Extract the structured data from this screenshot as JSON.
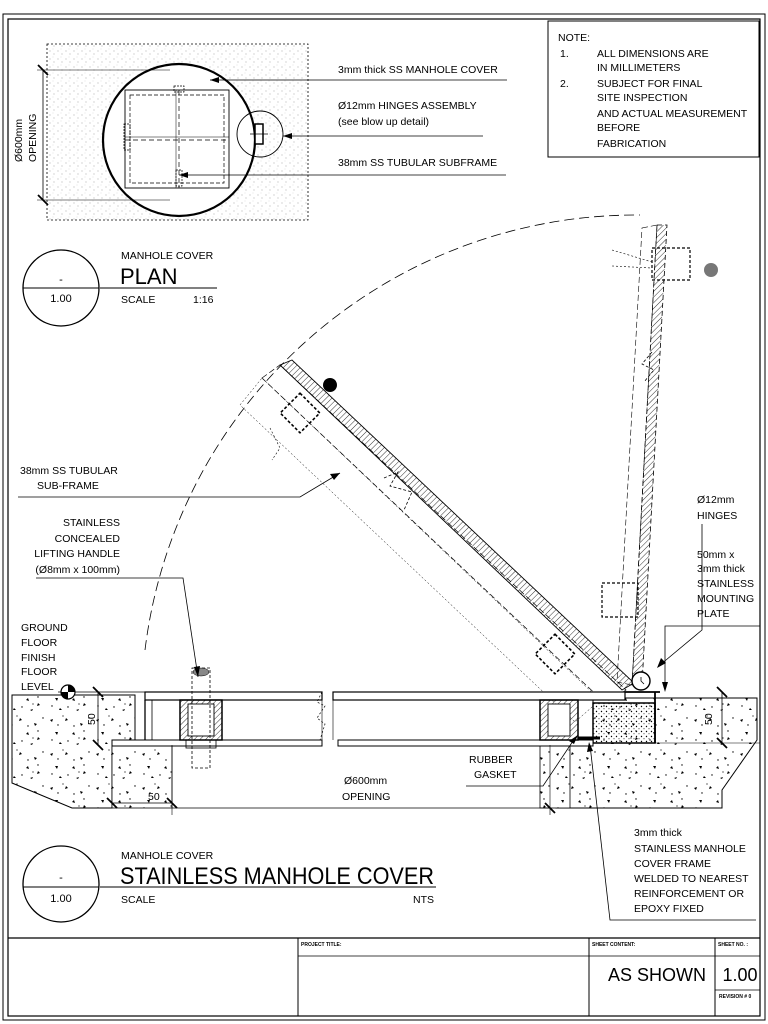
{
  "notes": {
    "heading": "NOTE:",
    "items": [
      {
        "num": "1.",
        "lines": [
          "ALL DIMENSIONS ARE",
          "IN MILLIMETERS"
        ]
      },
      {
        "num": "2.",
        "lines": [
          "SUBJECT FOR FINAL",
          "SITE INSPECTION",
          "AND ACTUAL MEASUREMENT",
          "BEFORE",
          "FABRICATION"
        ]
      }
    ]
  },
  "plan": {
    "callouts": [
      "3mm thick SS MANHOLE COVER",
      "Ø12mm HINGES ASSEMBLY",
      "(see blow up detail)",
      "38mm SS TUBULAR SUBFRAME"
    ],
    "opening_dim": [
      "Ø600mm",
      "OPENING"
    ],
    "tag": {
      "top": "-",
      "bottom": "1.00"
    },
    "subtitle": "MANHOLE COVER",
    "title": "PLAN",
    "scale_label": "SCALE",
    "scale_value": "1:16"
  },
  "section": {
    "tubular": [
      "38mm SS TUBULAR",
      "SUB-FRAME"
    ],
    "handle": [
      "STAINLESS",
      "CONCEALED",
      "LIFTING HANDLE",
      "(Ø8mm x 100mm)"
    ],
    "ground": [
      "GROUND",
      "FLOOR",
      "FINISH",
      "FLOOR",
      "LEVEL"
    ],
    "hinges": [
      "Ø12mm",
      "HINGES"
    ],
    "plate": [
      "50mm x",
      "3mm thick",
      "STAINLESS",
      "MOUNTING",
      "PLATE"
    ],
    "gasket": [
      "RUBBER",
      "GASKET"
    ],
    "opening_dim": [
      "Ø600mm",
      "OPENING"
    ],
    "dims": {
      "left_height": "50",
      "bottom_width": "50",
      "right_height": "50"
    },
    "frame": [
      "3mm thick",
      "STAINLESS MANHOLE",
      "COVER FRAME",
      "WELDED TO NEAREST",
      "REINFORCEMENT OR",
      "EPOXY FIXED"
    ],
    "tag": {
      "top": "-",
      "bottom": "1.00"
    },
    "subtitle": "MANHOLE COVER",
    "title": "STAINLESS MANHOLE COVER",
    "scale_label": "SCALE",
    "scale_value": "NTS"
  },
  "title_block": {
    "project_title_label": "PROJECT TITLE:",
    "sheet_content_label": "SHEET CONTENT:",
    "sheet_no_label": "SHEET NO. :",
    "sheet_content_value": "AS SHOWN",
    "sheet_no_value": "1.00",
    "revision_label": "REVISION # 0"
  }
}
